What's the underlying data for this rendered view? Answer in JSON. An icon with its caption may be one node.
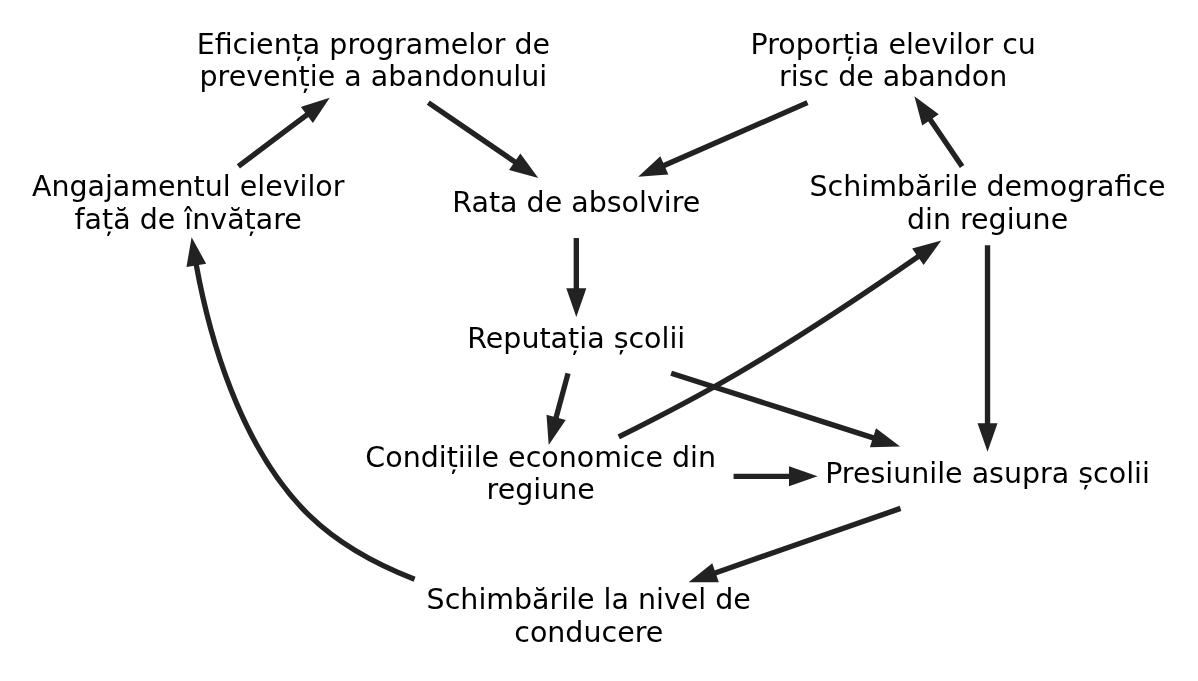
{
  "diagram": {
    "nodes": [
      {
        "text": [
          "Proporția elevilor cu risc de abandon"
        ]
      },
      {
        "text": [
          "Eficiența programelor de prevenție a abandonului"
        ]
      },
      {
        "text": [
          "Angajamentul elevilor față de învățare"
        ]
      },
      {
        "text": [
          "Rata de absolvire"
        ]
      },
      {
        "text": [
          "Schimbările demografice din regiune"
        ]
      },
      {
        "text": [
          "Reputația școlii"
        ]
      },
      {
        "text": [
          "Schimbările la nivel de conducere"
        ]
      },
      {
        "text": [
          "Condițiile economice din regiune"
        ]
      },
      {
        "text": [
          "Presiunile asupra școlii"
        ]
      }
    ],
    "edges": [
      {
        "from": 0,
        "to": 3,
        "arrow": "to"
      },
      {
        "from": 1,
        "to": 3,
        "arrow": "to"
      },
      {
        "from": 3,
        "to": 5,
        "arrow": "to"
      },
      {
        "from": 5,
        "to": 7,
        "arrow": "to"
      },
      {
        "from": 5,
        "to": 8,
        "arrow": "to"
      },
      {
        "from": 8,
        "to": 6,
        "arrow": "to"
      },
      {
        "from": 6,
        "to": 2,
        "arrow": "to"
      },
      {
        "from": 2,
        "to": 1,
        "arrow": "to"
      },
      {
        "from": 7,
        "to": 4,
        "arrow": "to"
      },
      {
        "from": 4,
        "to": 0,
        "arrow": "to"
      },
      {
        "from": 7,
        "to": 8,
        "arrow": "to"
      },
      {
        "from": 4,
        "to": 8,
        "arrow": "to"
      }
    ]
  }
}
